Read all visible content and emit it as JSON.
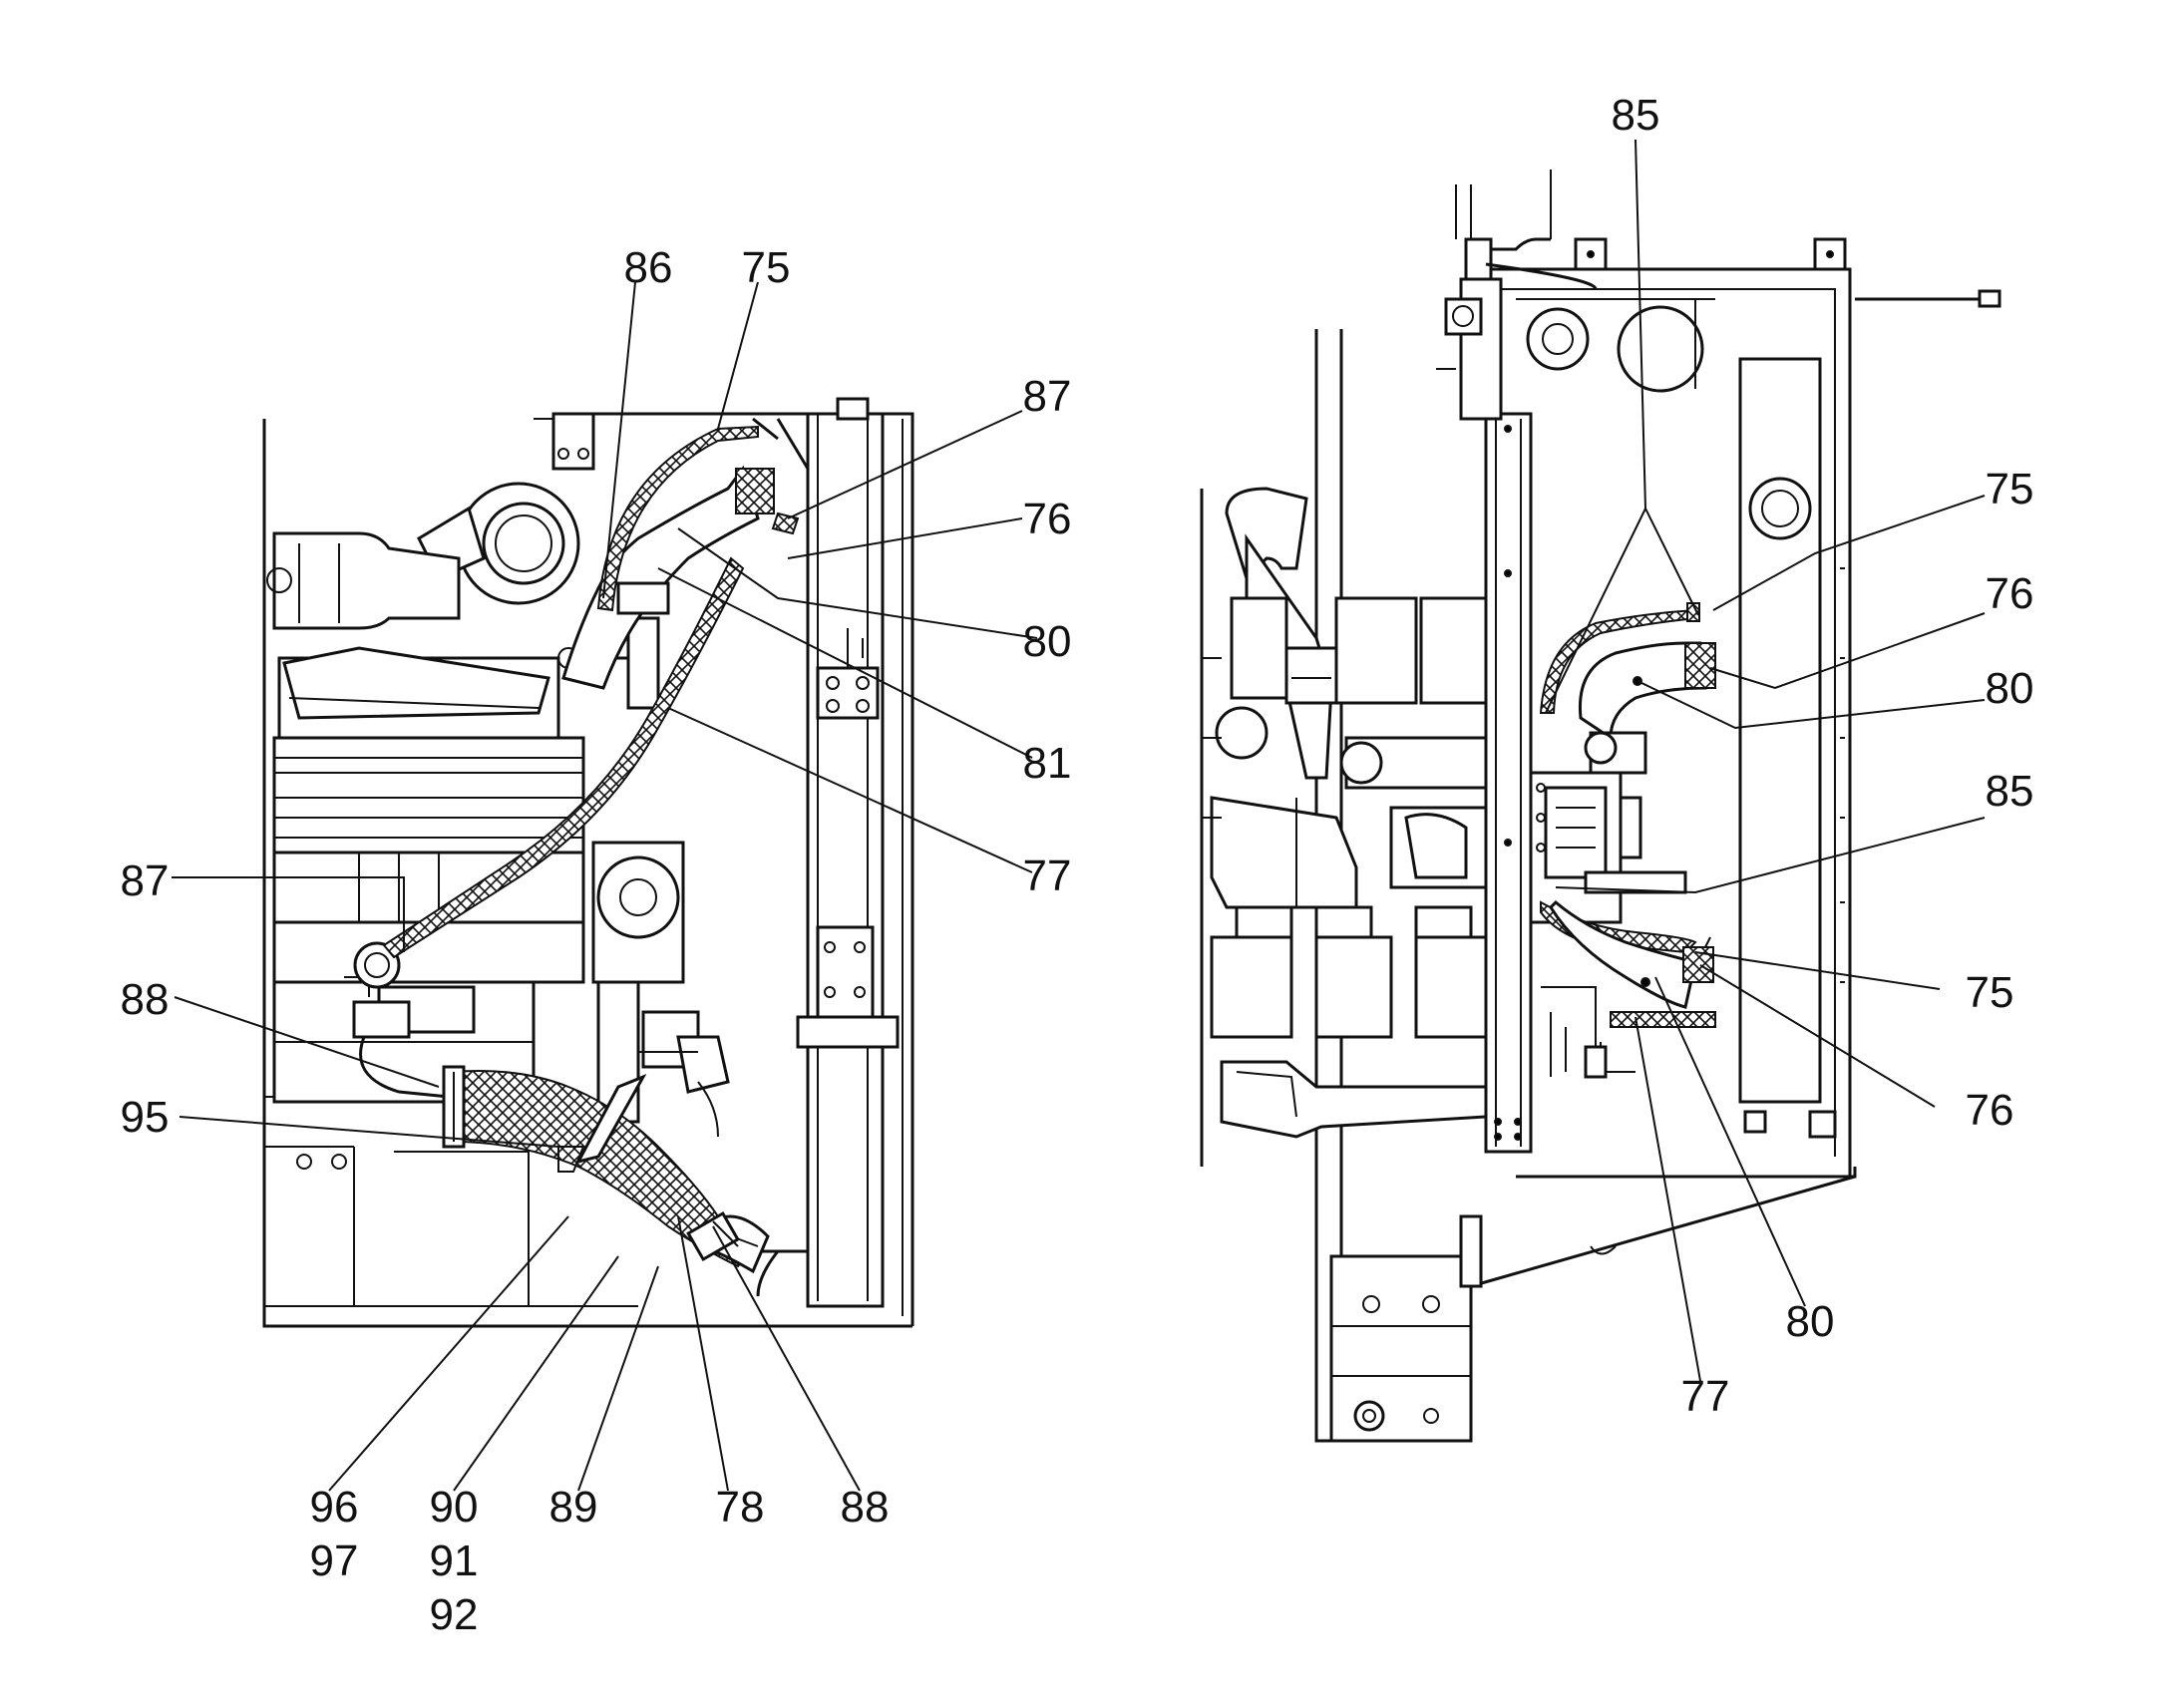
{
  "callouts": {
    "left": {
      "c75": "75",
      "c86": "86",
      "c87a": "87",
      "c76": "76",
      "c80": "80",
      "c81": "81",
      "c77": "77",
      "c87b": "87",
      "c88a": "88",
      "c95": "95",
      "c96": "96",
      "c97": "97",
      "c90": "90",
      "c91": "91",
      "c92": "92",
      "c89": "89",
      "c78": "78",
      "c88b": "88"
    },
    "right": {
      "c85a": "85",
      "c75a": "75",
      "c76a": "76",
      "c80a": "80",
      "c85b": "85",
      "c75b": "75",
      "c76b": "76",
      "c80b": "80",
      "c77": "77"
    }
  }
}
